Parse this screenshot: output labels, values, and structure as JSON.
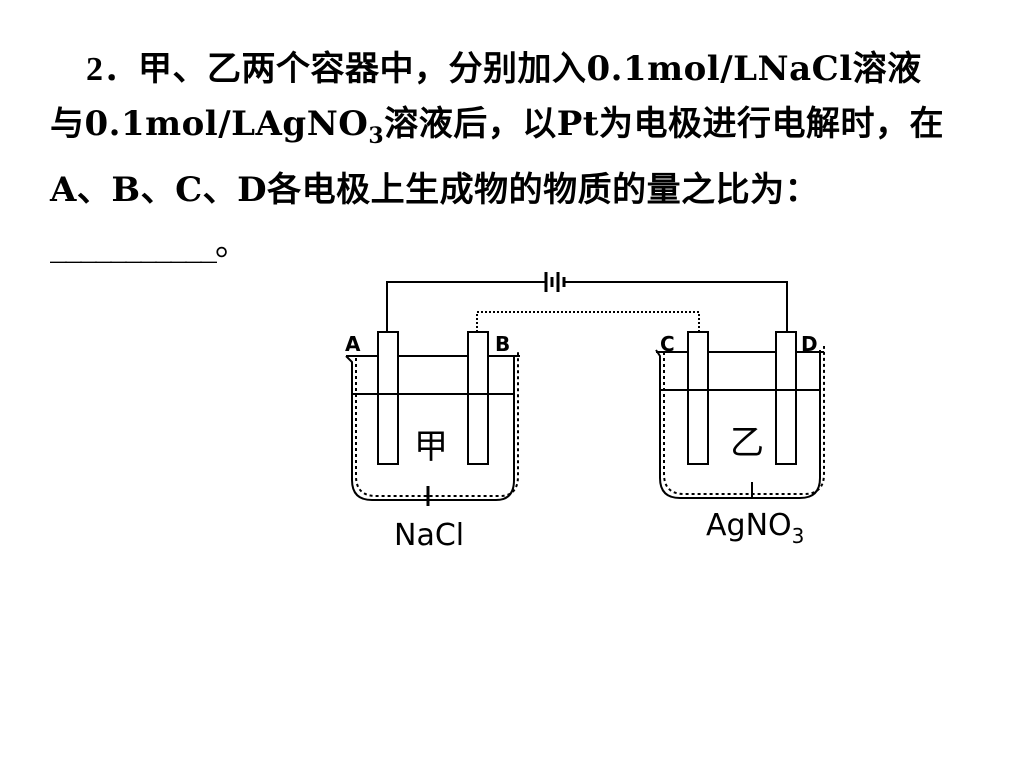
{
  "question": {
    "number": "2",
    "line1": "．甲、乙两个容器中，分别加入0.1mol/LNaCl溶液",
    "line2_pre": "与0.1mol/LAgNO",
    "line2_sub": "3",
    "line2_post": "溶液后，以Pt为电极进行电解时，在",
    "line3": "A、B、C、D各电极上生成物的物质的量之比为：",
    "line4": "___________。"
  },
  "diagram": {
    "electrode_labels": [
      "A",
      "B",
      "C",
      "D"
    ],
    "vessel_left_label": "甲",
    "vessel_right_label": "乙",
    "solution_left": "NaCl",
    "solution_right_pre": "AgNO",
    "solution_right_sub": "3",
    "line_color": "#000000"
  }
}
